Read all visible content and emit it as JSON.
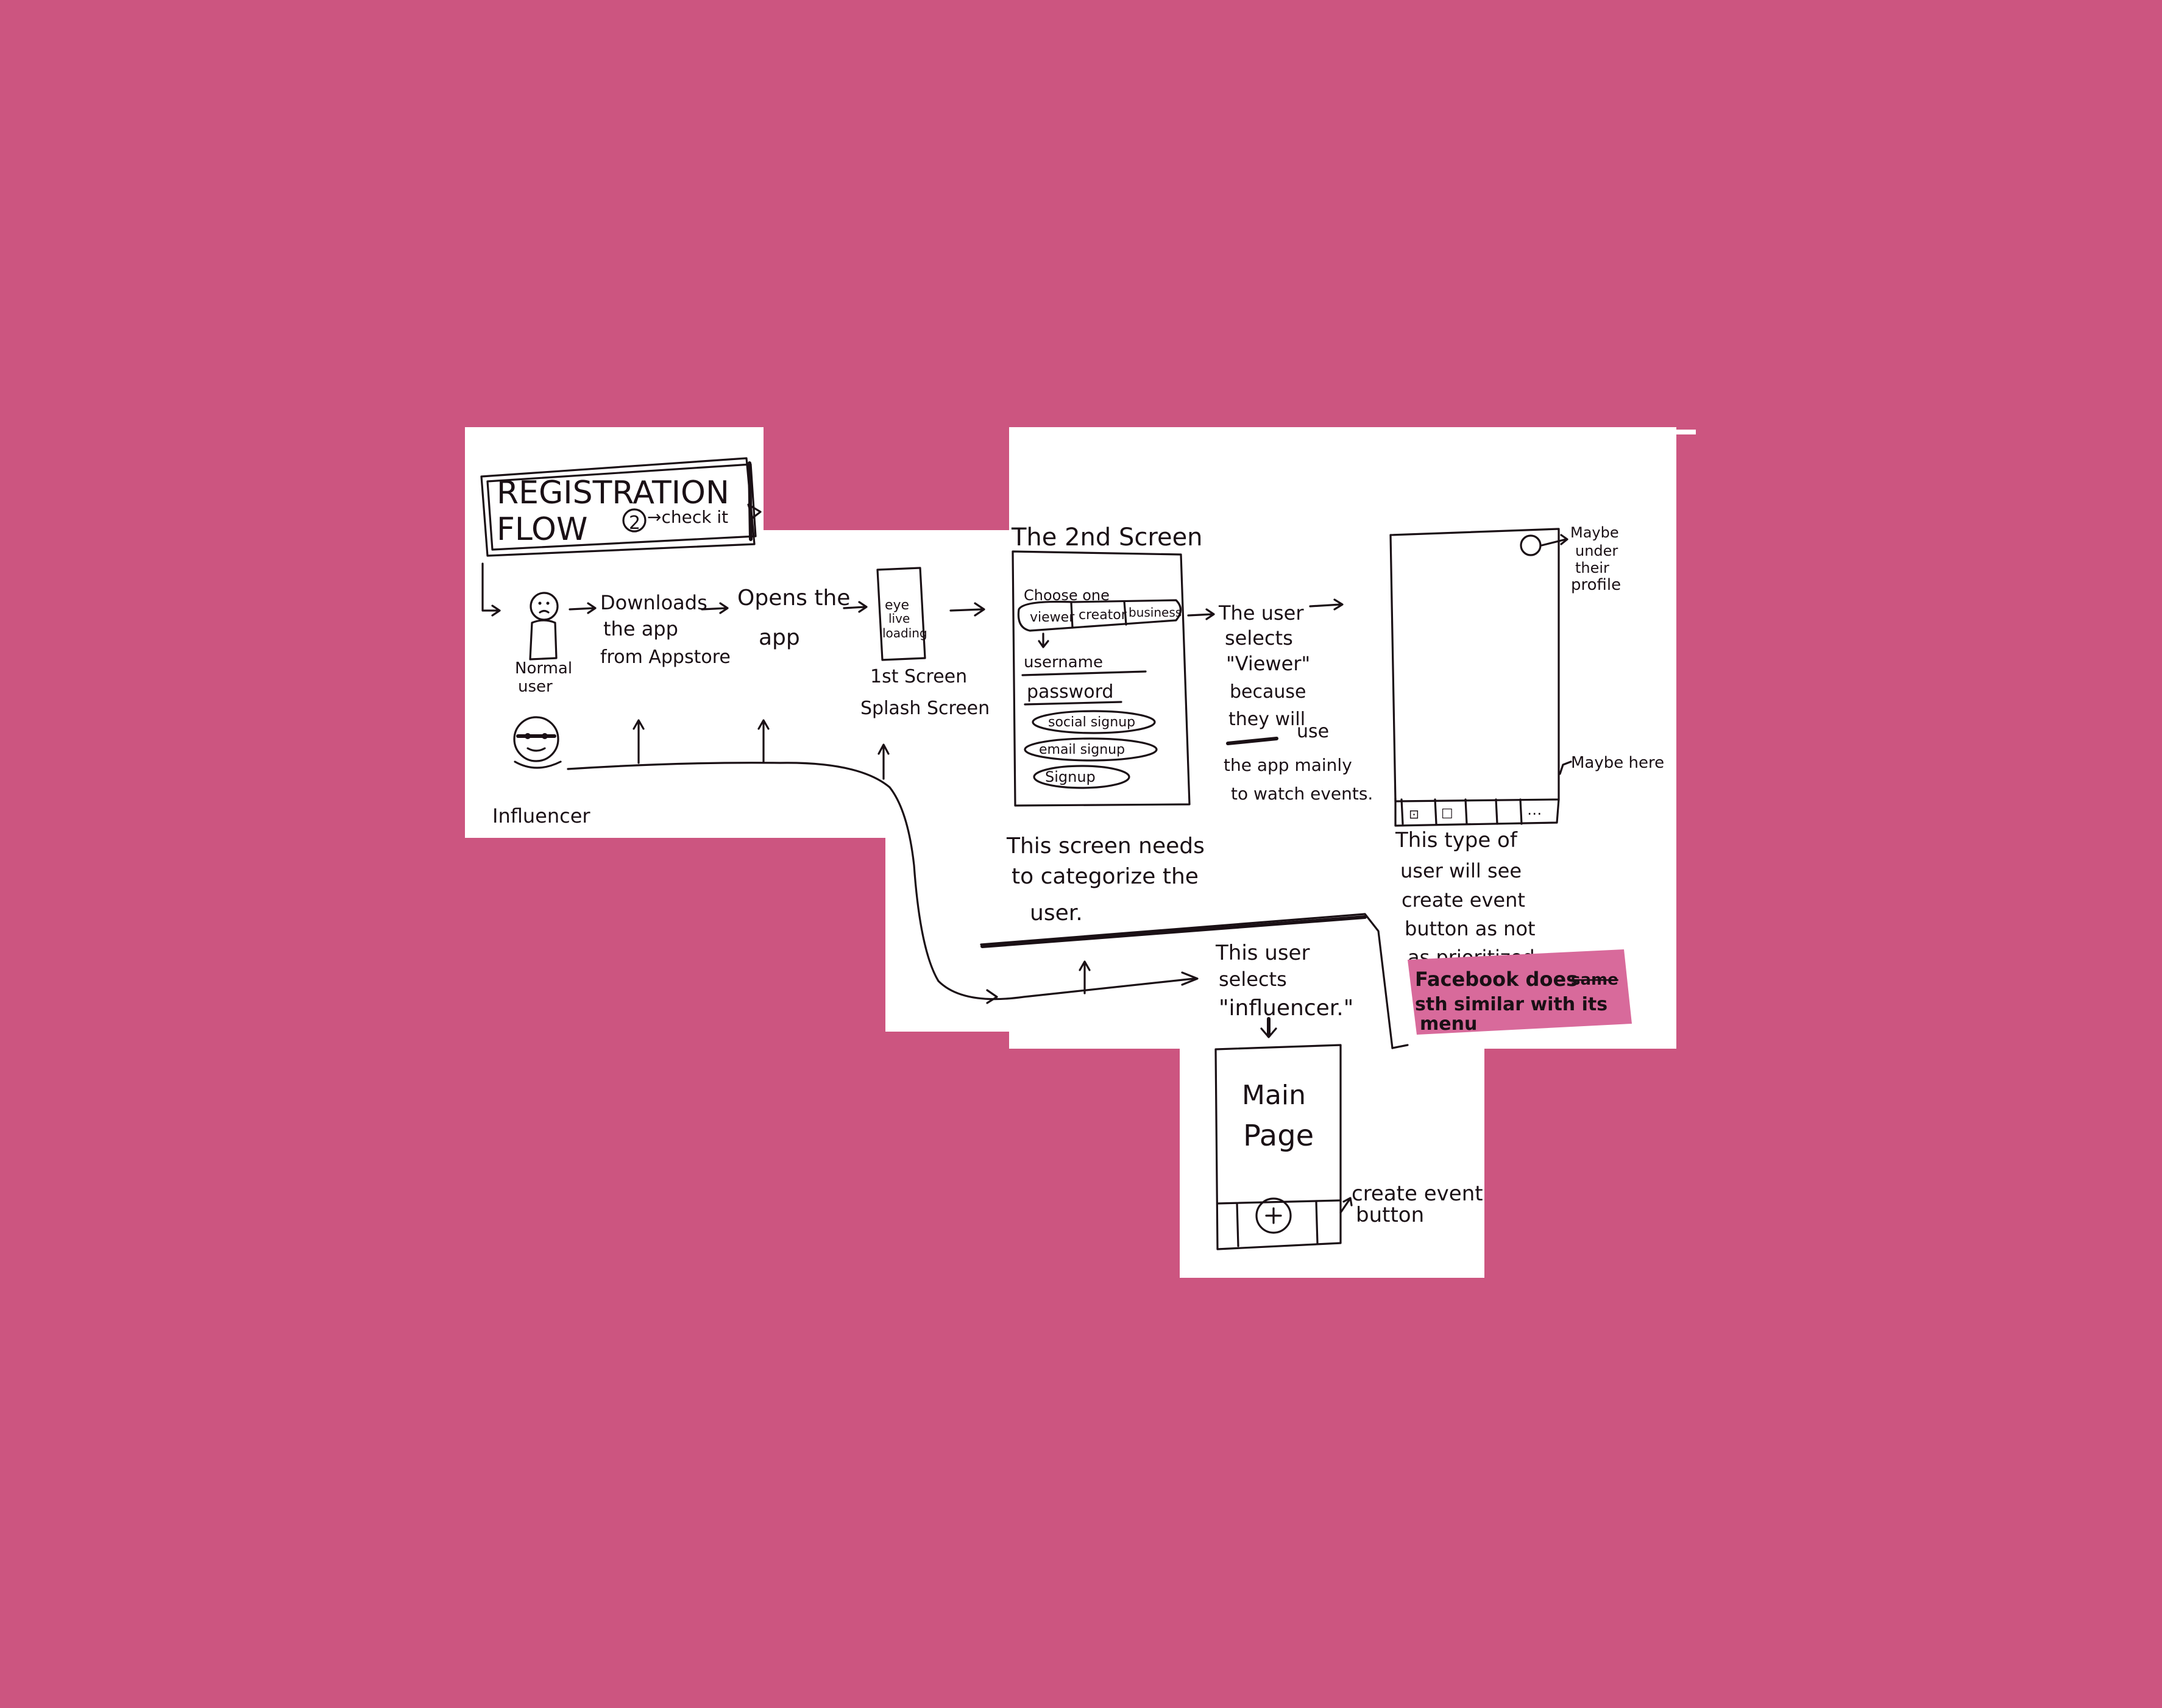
{
  "colors": {
    "background": "#cc5580",
    "paper": "#ffffff",
    "ink": "#1a1015",
    "highlighter": "#d86a9b"
  },
  "title": {
    "line1": "REGISTRATION",
    "line2": "FLOW",
    "number": "2",
    "note": "→check it"
  },
  "actors": {
    "normal_user": {
      "label_line1": "Normal",
      "label_line2": "user",
      "icon": "person-icon"
    },
    "influencer": {
      "label": "Influencer",
      "icon": "masked-person-icon"
    }
  },
  "steps": {
    "downloads": {
      "line1": "Downloads",
      "line2": "the app",
      "line3": "from Appstore"
    },
    "opens": {
      "line1": "Opens the",
      "line2": "app"
    },
    "splash": {
      "screen_line1": "eye",
      "screen_line2": "live",
      "screen_line3": "loading",
      "caption_line1": "1st Screen",
      "caption_line2": "Splash Screen"
    }
  },
  "second_screen": {
    "title": "The 2nd Screen",
    "choose": "Choose one",
    "options": [
      "viewer",
      "creator",
      "business"
    ],
    "username": "username",
    "password": "password",
    "buttons": [
      "social signup",
      "email signup",
      "Signup"
    ],
    "note_line1": "This screen needs",
    "note_line2": "to categorize the",
    "note_line3": "user."
  },
  "viewer_note": {
    "line1": "The user",
    "line2": "selects",
    "line3": "\"Viewer\"",
    "line4": "because",
    "line5": "they will",
    "line6": "use",
    "line7": "the app mainly",
    "line8": "to watch events."
  },
  "viewer_phone": {
    "top_note_line1": "Maybe",
    "top_note_line2": "under",
    "top_note_line3": "their",
    "top_note_line4": "profile",
    "bottom_note": "Maybe here",
    "note_line1": "This type of",
    "note_line2": "user will see",
    "note_line3": "create event",
    "note_line4": "button as not",
    "note_line5": "as prioritized.",
    "highlight_line1": "Facebook does",
    "highlight_struck": "same",
    "highlight_line2": "sth similar with its",
    "highlight_line3": "menu"
  },
  "influencer_flow": {
    "note_line1": "This user",
    "note_line2": "selects",
    "note_line3": "\"influencer.\"",
    "main_page_line1": "Main",
    "main_page_line2": "Page",
    "create_line1": "create event",
    "create_line2": "button"
  }
}
